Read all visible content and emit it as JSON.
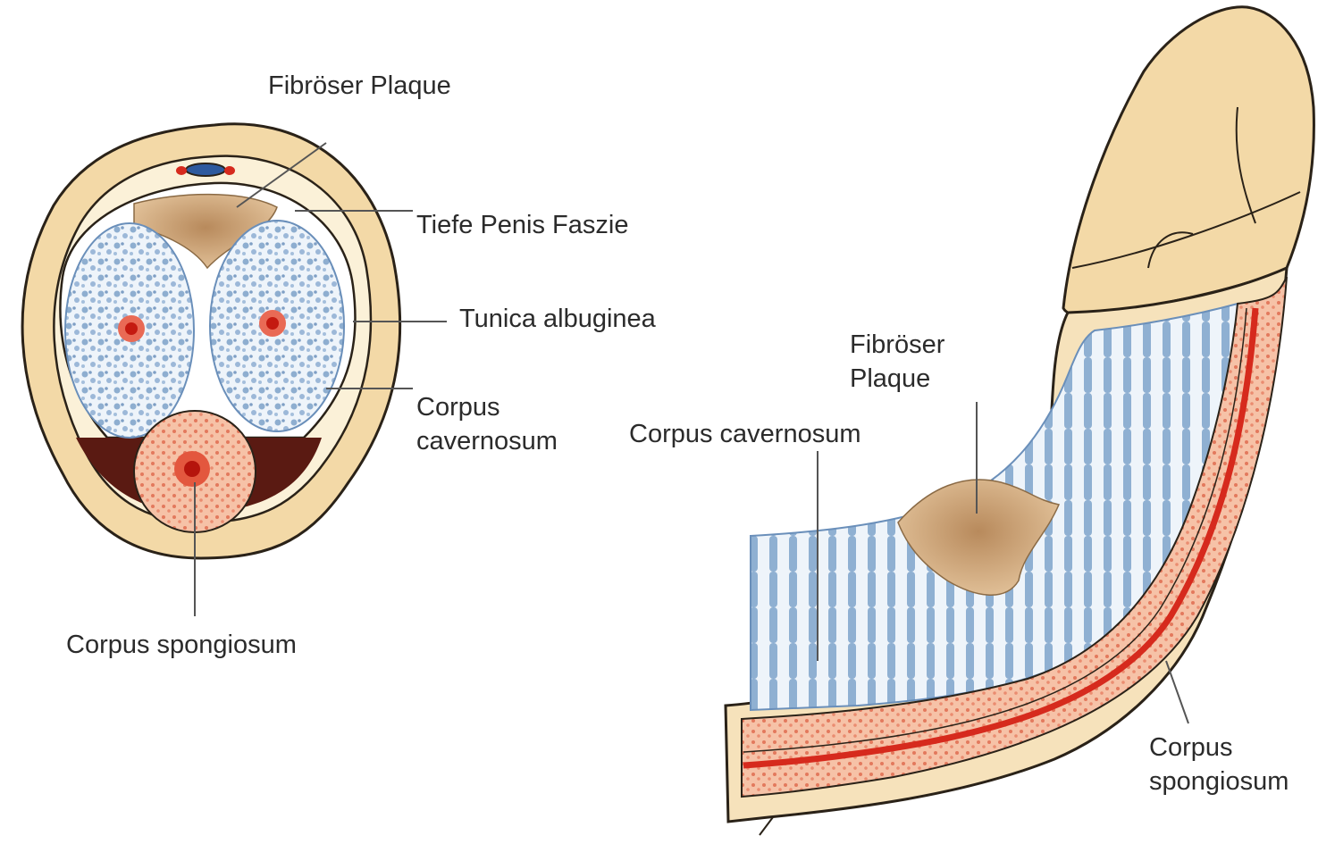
{
  "cross_section": {
    "labels": {
      "plaque": "Fibröser Plaque",
      "fascia": "Tiefe Penis Faszie",
      "tunica": "Tunica albuginea",
      "cavernosum_line1": "Corpus",
      "cavernosum_line2": "cavernosum",
      "spongiosum": "Corpus spongiosum"
    }
  },
  "side_view": {
    "labels": {
      "plaque_line1": "Fibröser",
      "plaque_line2": "Plaque",
      "cavernosum": "Corpus cavernosum",
      "spongiosum_line1": "Corpus",
      "spongiosum_line2": "spongiosum"
    }
  },
  "colors": {
    "skin": "#f3d9a7",
    "tissue_outline": "#2a2218",
    "cavernous": "#b9cfe4",
    "plaque": "#c79b6c",
    "spongiosum": "#e98a6a",
    "artery": "#d62a1d"
  }
}
